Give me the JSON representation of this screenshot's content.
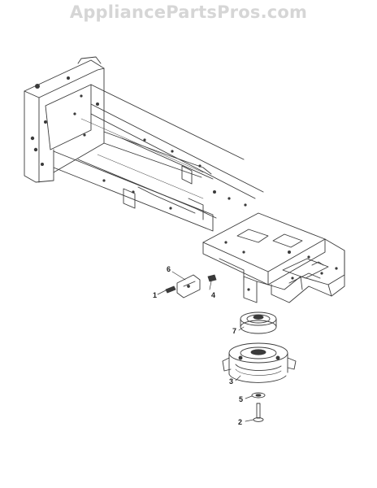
{
  "watermark": {
    "text": "AppliancePartsPros.com",
    "color": "#d6d6d6"
  },
  "diagram": {
    "line_color": "#3a3a3a",
    "parts": [
      {
        "number": "1",
        "name": "bolt"
      },
      {
        "number": "2",
        "name": "clutch-bolt"
      },
      {
        "number": "3",
        "name": "electric-pto-clutch"
      },
      {
        "number": "4",
        "name": "nut"
      },
      {
        "number": "5",
        "name": "washer"
      },
      {
        "number": "6",
        "name": "bracket"
      },
      {
        "number": "7",
        "name": "pulley"
      }
    ]
  }
}
